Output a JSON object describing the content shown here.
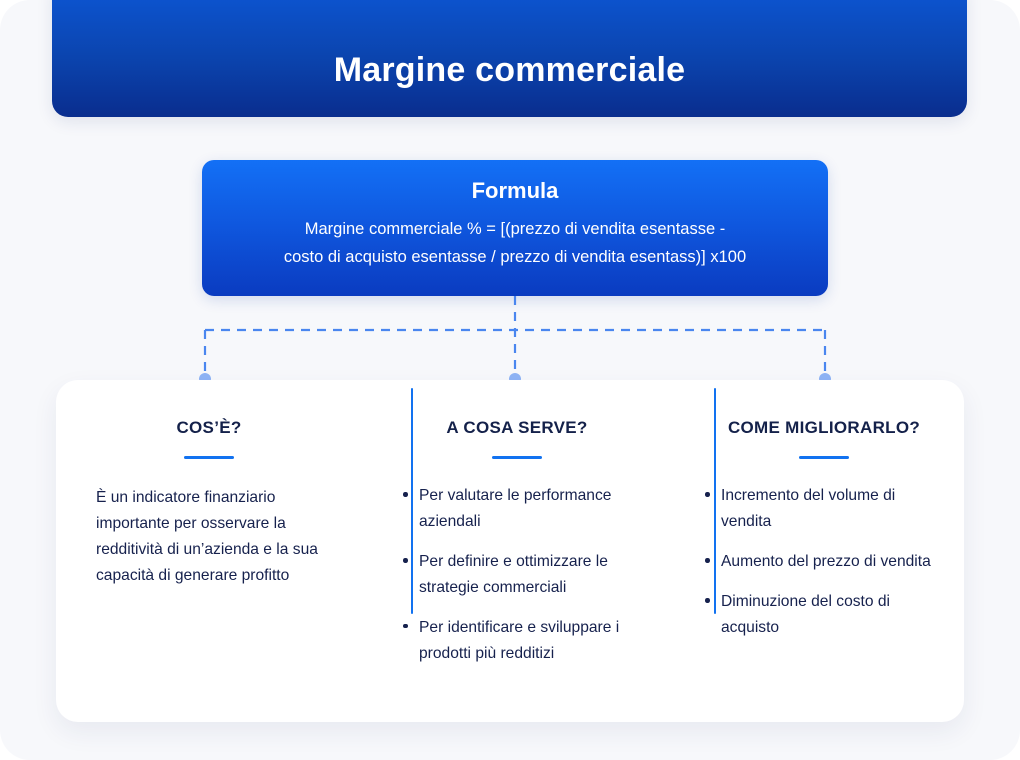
{
  "header": {
    "title": "Margine commerciale"
  },
  "formula": {
    "label": "Formula",
    "expression_line_1": "Margine commerciale % = [(prezzo di vendita esentasse -",
    "expression_line_2": "costo di acquisto esentasse / prezzo di vendita esentass)] x100"
  },
  "columns": [
    {
      "heading": "COS’È?",
      "body": "È un indicatore finanziario importante per osservare la redditività di un’azienda e la sua capacità di generare profitto",
      "bullets": []
    },
    {
      "heading": "A COSA SERVE?",
      "body": "",
      "bullets": [
        "Per valutare le performance aziendali",
        "Per definire e ottimizzare le strategie commerciali",
        "Per identificare e sviluppare i prodotti più redditizi"
      ]
    },
    {
      "heading": "COME MIGLIORARLO?",
      "body": "",
      "bullets": [
        "Incremento del volume di vendita",
        "Aumento del prezzo di vendita",
        "Diminuzione del costo di acquisto"
      ]
    }
  ],
  "colors": {
    "page_background": "#f7f8fb",
    "header_gradient_top": "#0d56d4",
    "header_gradient_bottom": "#0a2d8e",
    "formula_gradient_top": "#1370f6",
    "formula_gradient_bottom": "#0a3bc0",
    "accent_blue": "#1272f0",
    "connector_dot": "#8fb4f5",
    "text_navy": "#16214d",
    "card_white": "#ffffff"
  },
  "connector": {
    "style": "dashed",
    "dot_count": 3
  }
}
